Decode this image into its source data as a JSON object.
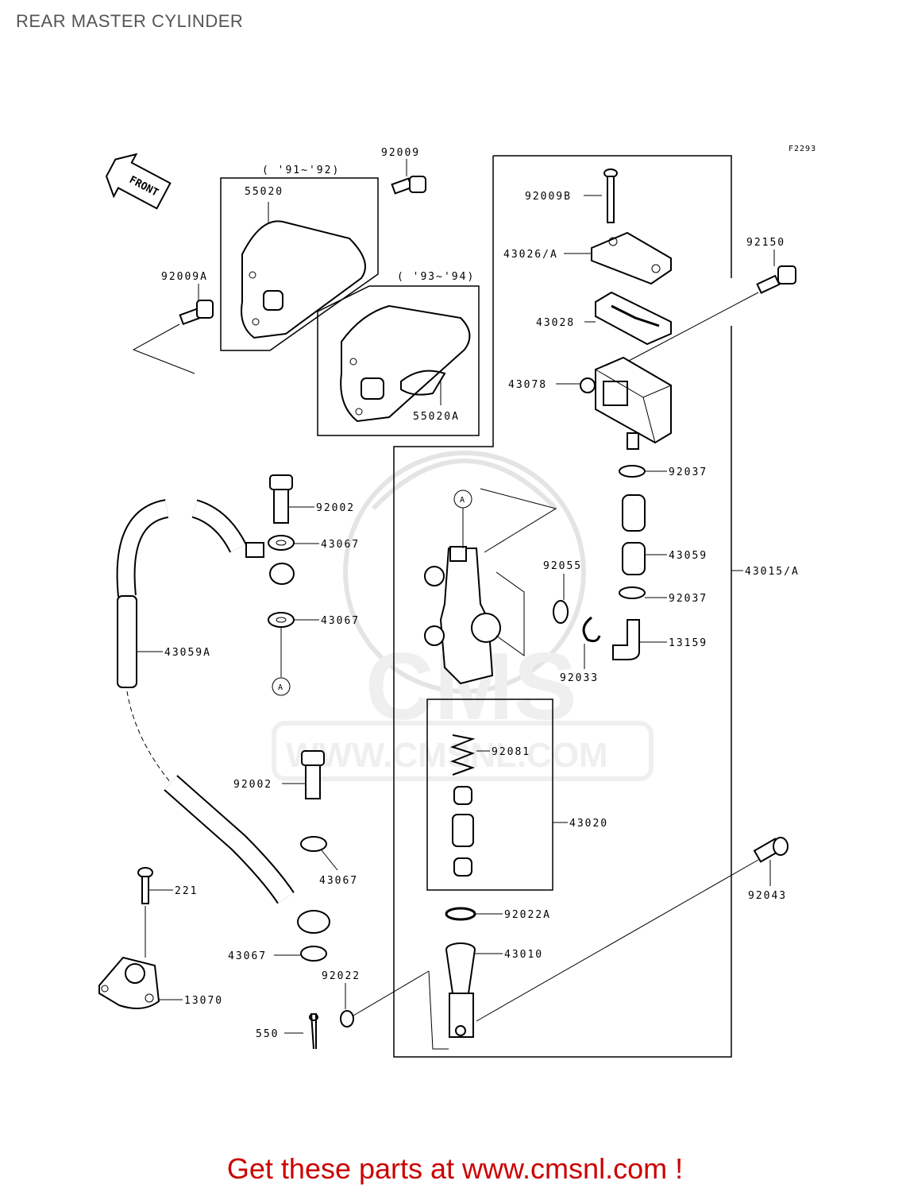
{
  "page": {
    "title": "REAR MASTER CYLINDER",
    "footer": "Get these parts at www.cmsnl.com !",
    "footer_color": "#cc0000"
  },
  "diagram": {
    "figure_code": "F2293",
    "front_arrow": "FRONT",
    "watermark": {
      "logo_text": "CMS",
      "url_text": "WWW.CMSNL.COM"
    },
    "ref_marker": "A",
    "year_ranges": [
      "( '91~'92)",
      "( '93~'94)"
    ],
    "parts": {
      "p92009": "92009",
      "p92009b": "92009B",
      "p92009a": "92009A",
      "p55020": "55020",
      "p55020a": "55020A",
      "p43026a": "43026/A",
      "p43028": "43028",
      "p92150": "92150",
      "p43078": "43078",
      "p92037a": "92037",
      "p92037b": "92037",
      "p43059": "43059",
      "p43015a": "43015/A",
      "p13159": "13159",
      "p92055": "92055",
      "p92033": "92033",
      "p92002a": "92002",
      "p43067a": "43067",
      "p43067b": "43067",
      "p43059a": "43059A",
      "p92081": "92081",
      "p43020": "43020",
      "p92002b": "92002",
      "p43067c": "43067",
      "p221": "221",
      "p92043": "92043",
      "p92022a": "92022A",
      "p43010": "43010",
      "p43067d": "43067",
      "p13070": "13070",
      "p92022": "92022",
      "p550": "550"
    }
  }
}
